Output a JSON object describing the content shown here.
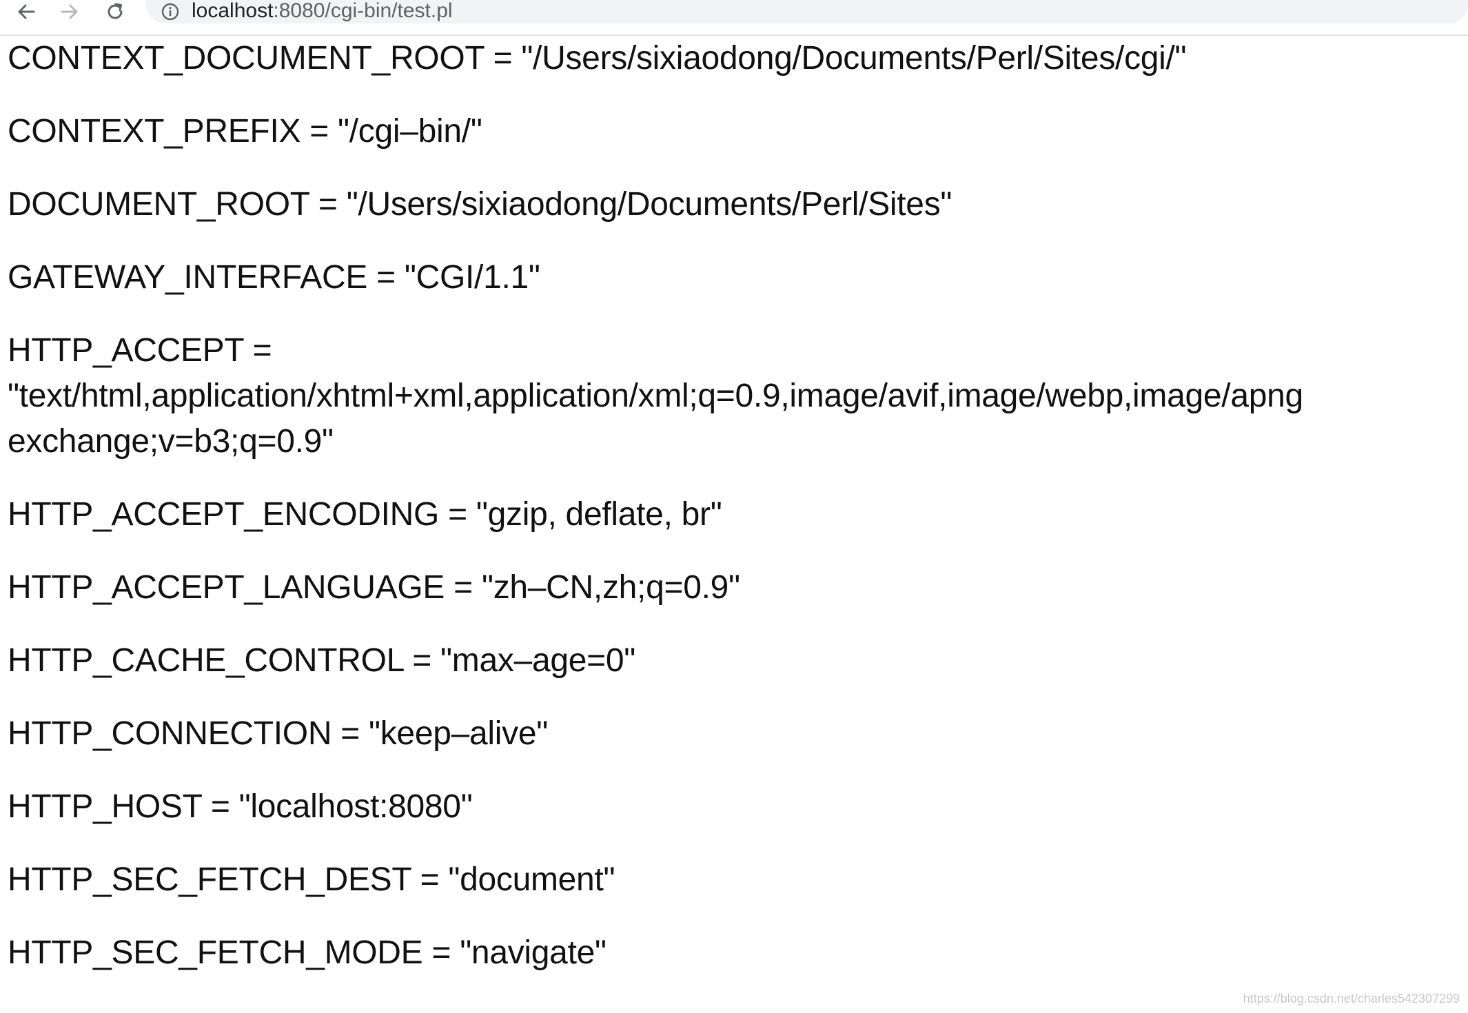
{
  "browser": {
    "url_host": "localhost",
    "url_rest": ":8080/cgi-bin/test.pl",
    "back_icon": "arrow-left-icon",
    "forward_icon": "arrow-right-icon",
    "reload_icon": "reload-icon",
    "site_info_icon": "info-icon"
  },
  "env_vars": [
    {
      "text": "CONTEXT_DOCUMENT_ROOT = \"/Users/sixiaodong/Documents/Perl/Sites/cgi/\""
    },
    {
      "text": "CONTEXT_PREFIX = \"/cgi–bin/\""
    },
    {
      "text": "DOCUMENT_ROOT = \"/Users/sixiaodong/Documents/Perl/Sites\""
    },
    {
      "text": "GATEWAY_INTERFACE = \"CGI/1.1\""
    },
    {
      "lines": [
        "HTTP_ACCEPT =",
        "\"text/html,application/xhtml+xml,application/xml;q=0.9,image/avif,image/webp,image/apng",
        "exchange;v=b3;q=0.9\""
      ]
    },
    {
      "text": "HTTP_ACCEPT_ENCODING = \"gzip, deflate, br\""
    },
    {
      "text": "HTTP_ACCEPT_LANGUAGE = \"zh–CN,zh;q=0.9\""
    },
    {
      "text": "HTTP_CACHE_CONTROL = \"max–age=0\""
    },
    {
      "text": "HTTP_CONNECTION = \"keep–alive\""
    },
    {
      "text": "HTTP_HOST = \"localhost:8080\""
    },
    {
      "text": "HTTP_SEC_FETCH_DEST = \"document\""
    },
    {
      "text": "HTTP_SEC_FETCH_MODE = \"navigate\""
    }
  ],
  "watermark": "https://blog.csdn.net/charles542307299"
}
